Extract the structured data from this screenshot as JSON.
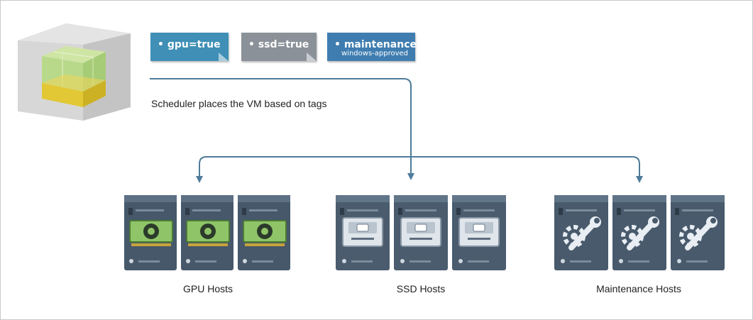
{
  "tags": [
    {
      "label": "• gpu=true",
      "sub": "",
      "color": "#3f8fb6"
    },
    {
      "label": "• ssd=true",
      "sub": "",
      "color": "#8a9199"
    },
    {
      "label": "• maintenance=",
      "sub": "windows-approved",
      "color": "#3f7db0"
    }
  ],
  "caption": "Scheduler places the VM based on tags",
  "groups": [
    {
      "label": "GPU Hosts",
      "icon": "gpu-card-icon"
    },
    {
      "label": "SSD Hosts",
      "icon": "ssd-drive-icon"
    },
    {
      "label": "Maintenance Hosts",
      "icon": "wrench-gear-icon"
    }
  ],
  "colors": {
    "connector": "#4e7c9a",
    "cube_green": "#b9d98a",
    "cube_yellow": "#e2c834",
    "server": "#46586a"
  }
}
